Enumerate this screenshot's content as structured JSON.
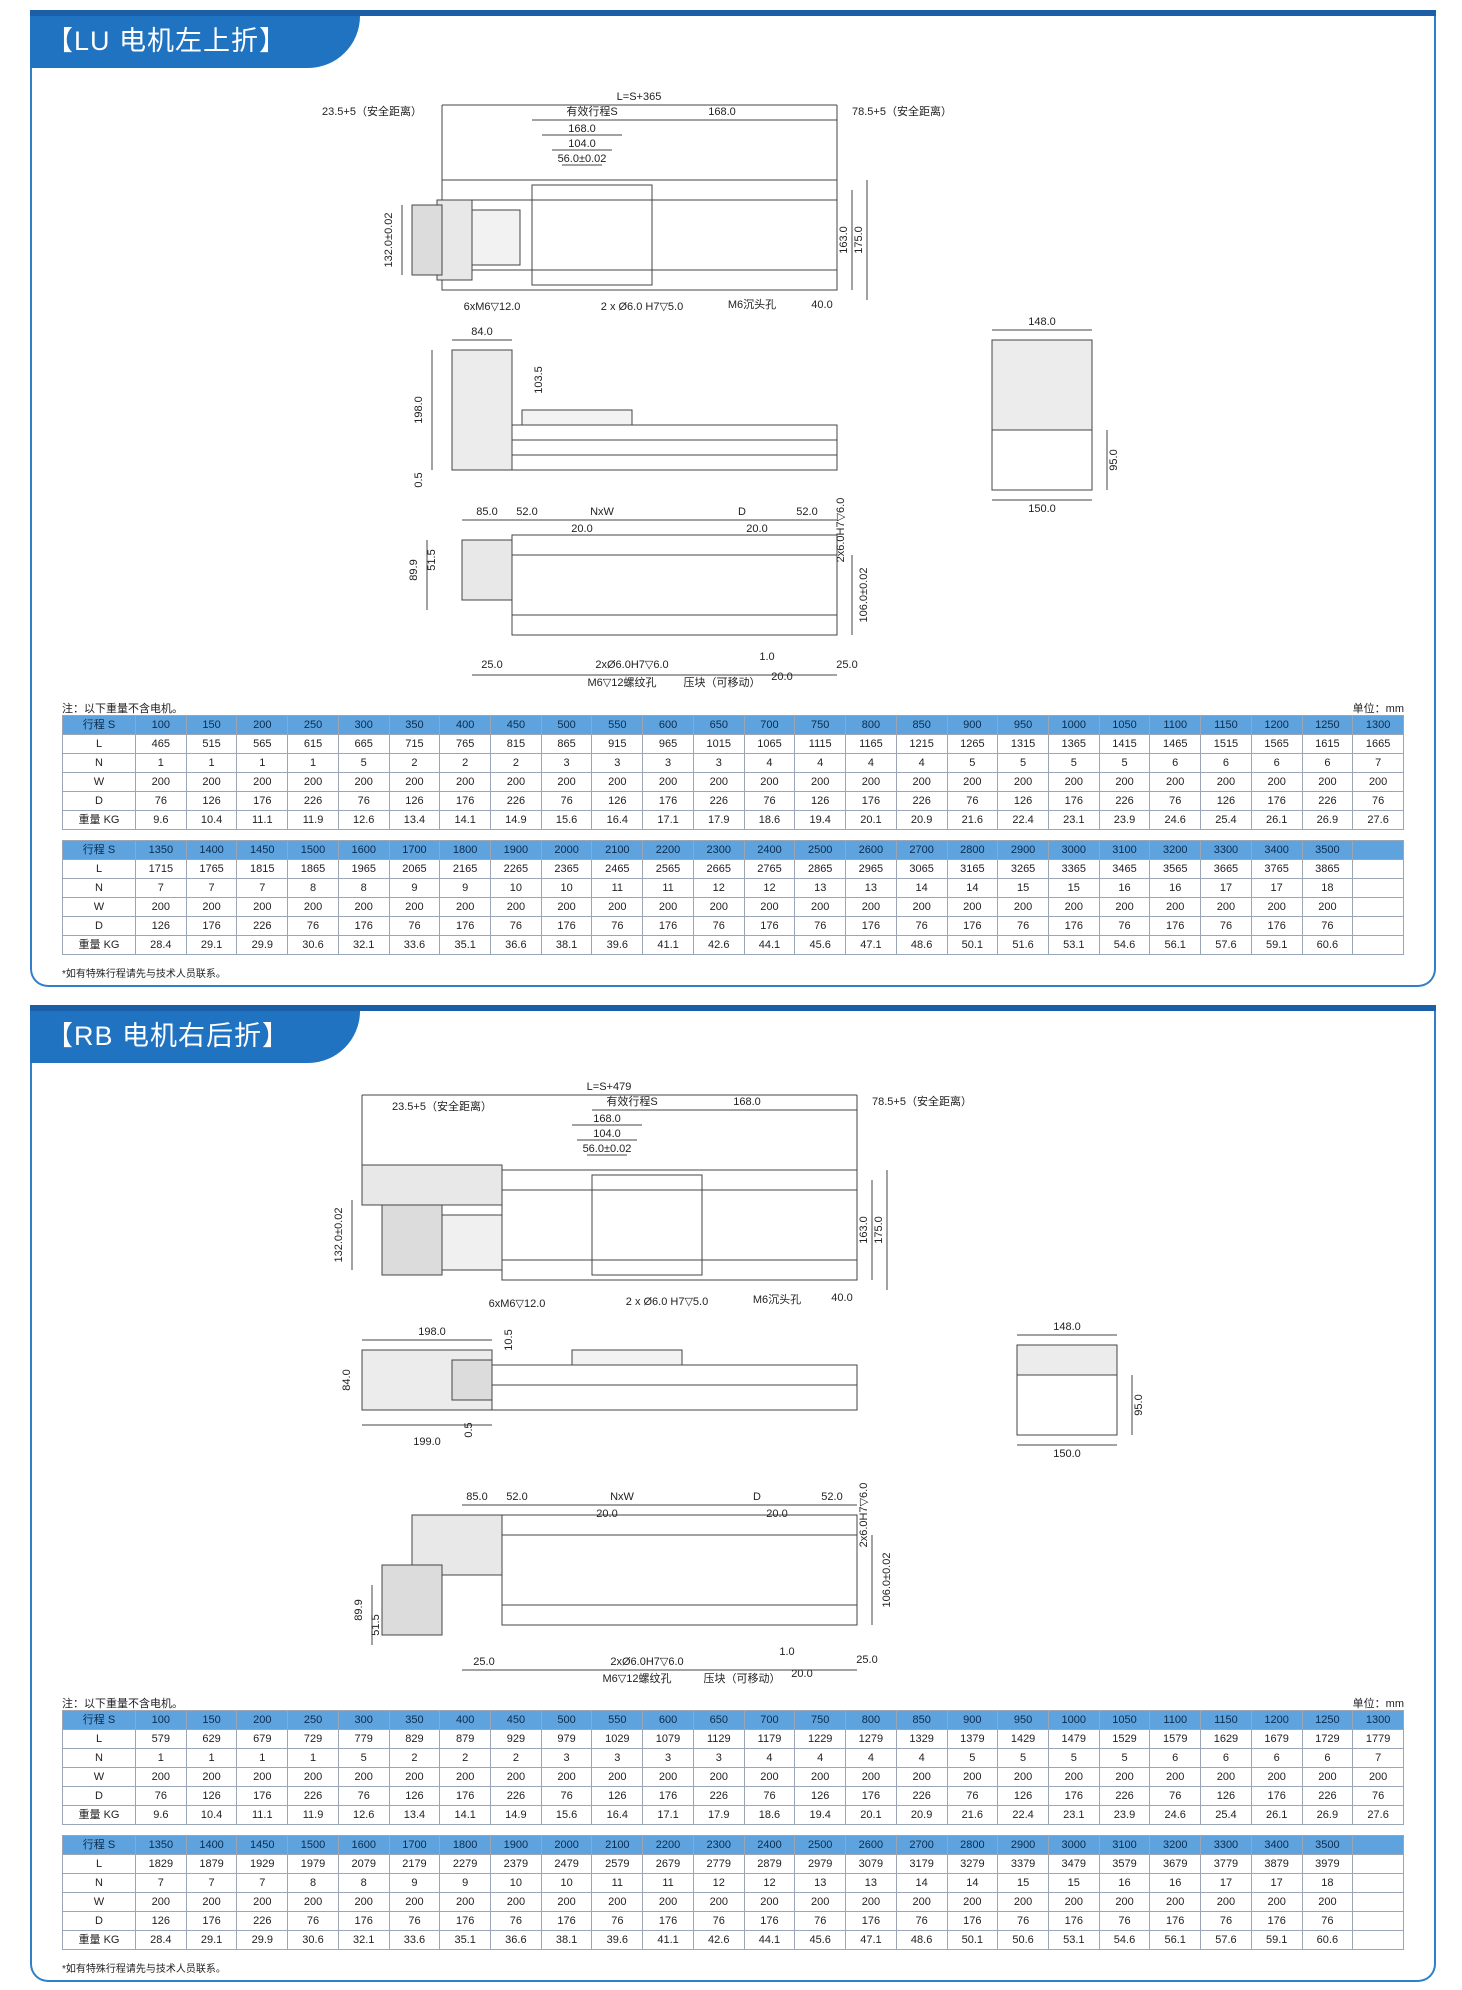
{
  "sections": [
    {
      "title": "【LU 电机左上折】",
      "drawing": {
        "total_length": "L=S+365",
        "stroke": "有效行程S",
        "dim_168": "168.0",
        "dim_168b": "168.0",
        "dim_104": "104.0",
        "dim_56": "56.0±0.02",
        "safe_left": "23.5+5（安全距离）",
        "safe_right": "78.5+5（安全距离）",
        "dim_132": "132.0±0.02",
        "dim_163": "163.0",
        "dim_175": "175.0",
        "hole_m6": "6xM6▽12.0",
        "hole_pin": "2 x Ø6.0 H7▽5.0",
        "hole_sink": "M6沉头孔",
        "dim_40": "40.0",
        "dim_84": "84.0",
        "dim_103": "103.5",
        "dim_198": "198.0",
        "dim_05": "0.5",
        "dim_148": "148.0",
        "dim_95": "95.0",
        "dim_150": "150.0",
        "dim_85": "85.0",
        "dim_52a": "52.0",
        "dim_nxw": "NxW",
        "dim_d": "D",
        "dim_52b": "52.0",
        "dim_20a": "20.0",
        "dim_20b": "20.0",
        "dim_pinhole": "2x6.0H7▽6.0",
        "dim_899": "89.9",
        "dim_515": "51.5",
        "dim_106": "106.0±0.02",
        "dim_25a": "25.0",
        "dim_1": "1.0",
        "dim_25b": "25.0",
        "dim_20c": "20.0",
        "pin2": "2xØ6.0H7▽6.0",
        "m6_12": "M6▽12螺纹孔",
        "block": "压块（可移动）"
      },
      "note": "注：以下重量不含电机。",
      "unit": "单位：mm",
      "footnote": "*如有特殊行程请先与技术人员联系。",
      "labels": [
        "行程 S",
        "L",
        "N",
        "W",
        "D",
        "重量 KG"
      ],
      "table1": {
        "S": [
          "100",
          "150",
          "200",
          "250",
          "300",
          "350",
          "400",
          "450",
          "500",
          "550",
          "600",
          "650",
          "700",
          "750",
          "800",
          "850",
          "900",
          "950",
          "1000",
          "1050",
          "1100",
          "1150",
          "1200",
          "1250",
          "1300"
        ],
        "L": [
          "465",
          "515",
          "565",
          "615",
          "665",
          "715",
          "765",
          "815",
          "865",
          "915",
          "965",
          "1015",
          "1065",
          "1115",
          "1165",
          "1215",
          "1265",
          "1315",
          "1365",
          "1415",
          "1465",
          "1515",
          "1565",
          "1615",
          "1665"
        ],
        "N": [
          "1",
          "1",
          "1",
          "1",
          "5",
          "2",
          "2",
          "2",
          "3",
          "3",
          "3",
          "3",
          "4",
          "4",
          "4",
          "4",
          "5",
          "5",
          "5",
          "5",
          "6",
          "6",
          "6",
          "6",
          "7"
        ],
        "W": [
          "200",
          "200",
          "200",
          "200",
          "200",
          "200",
          "200",
          "200",
          "200",
          "200",
          "200",
          "200",
          "200",
          "200",
          "200",
          "200",
          "200",
          "200",
          "200",
          "200",
          "200",
          "200",
          "200",
          "200",
          "200"
        ],
        "D": [
          "76",
          "126",
          "176",
          "226",
          "76",
          "126",
          "176",
          "226",
          "76",
          "126",
          "176",
          "226",
          "76",
          "126",
          "176",
          "226",
          "76",
          "126",
          "176",
          "226",
          "76",
          "126",
          "176",
          "226",
          "76"
        ],
        "KG": [
          "9.6",
          "10.4",
          "11.1",
          "11.9",
          "12.6",
          "13.4",
          "14.1",
          "14.9",
          "15.6",
          "16.4",
          "17.1",
          "17.9",
          "18.6",
          "19.4",
          "20.1",
          "20.9",
          "21.6",
          "22.4",
          "23.1",
          "23.9",
          "24.6",
          "25.4",
          "26.1",
          "26.9",
          "27.6"
        ]
      },
      "table2": {
        "S": [
          "1350",
          "1400",
          "1450",
          "1500",
          "1600",
          "1700",
          "1800",
          "1900",
          "2000",
          "2100",
          "2200",
          "2300",
          "2400",
          "2500",
          "2600",
          "2700",
          "2800",
          "2900",
          "3000",
          "3100",
          "3200",
          "3300",
          "3400",
          "3500",
          ""
        ],
        "L": [
          "1715",
          "1765",
          "1815",
          "1865",
          "1965",
          "2065",
          "2165",
          "2265",
          "2365",
          "2465",
          "2565",
          "2665",
          "2765",
          "2865",
          "2965",
          "3065",
          "3165",
          "3265",
          "3365",
          "3465",
          "3565",
          "3665",
          "3765",
          "3865",
          ""
        ],
        "N": [
          "7",
          "7",
          "7",
          "8",
          "8",
          "9",
          "9",
          "10",
          "10",
          "11",
          "11",
          "12",
          "12",
          "13",
          "13",
          "14",
          "14",
          "15",
          "15",
          "16",
          "16",
          "17",
          "17",
          "18",
          ""
        ],
        "W": [
          "200",
          "200",
          "200",
          "200",
          "200",
          "200",
          "200",
          "200",
          "200",
          "200",
          "200",
          "200",
          "200",
          "200",
          "200",
          "200",
          "200",
          "200",
          "200",
          "200",
          "200",
          "200",
          "200",
          "200",
          ""
        ],
        "D": [
          "126",
          "176",
          "226",
          "76",
          "176",
          "76",
          "176",
          "76",
          "176",
          "76",
          "176",
          "76",
          "176",
          "76",
          "176",
          "76",
          "176",
          "76",
          "176",
          "76",
          "176",
          "76",
          "176",
          "76",
          ""
        ],
        "KG": [
          "28.4",
          "29.1",
          "29.9",
          "30.6",
          "32.1",
          "33.6",
          "35.1",
          "36.6",
          "38.1",
          "39.6",
          "41.1",
          "42.6",
          "44.1",
          "45.6",
          "47.1",
          "48.6",
          "50.1",
          "51.6",
          "53.1",
          "54.6",
          "56.1",
          "57.6",
          "59.1",
          "60.6",
          ""
        ]
      }
    },
    {
      "title": "【RB 电机右后折】",
      "drawing": {
        "total_length": "L=S+479",
        "stroke": "有效行程S",
        "dim_168": "168.0",
        "dim_168b": "168.0",
        "dim_104": "104.0",
        "dim_56": "56.0±0.02",
        "safe_left": "23.5+5（安全距离）",
        "safe_right": "78.5+5（安全距离）",
        "dim_132": "132.0±0.02",
        "dim_163": "163.0",
        "dim_175": "175.0",
        "hole_m6": "6xM6▽12.0",
        "hole_pin": "2 x Ø6.0 H7▽5.0",
        "hole_sink": "M6沉头孔",
        "dim_40": "40.0",
        "dim_198": "198.0",
        "dim_105": "10.5",
        "dim_84": "84.0",
        "dim_05": "0.5",
        "dim_199": "199.0",
        "dim_148": "148.0",
        "dim_95": "95.0",
        "dim_150": "150.0",
        "dim_85": "85.0",
        "dim_52a": "52.0",
        "dim_nxw": "NxW",
        "dim_d": "D",
        "dim_52b": "52.0",
        "dim_20a": "20.0",
        "dim_20b": "20.0",
        "dim_pinhole": "2x6.0H7▽6.0",
        "dim_899": "89.9",
        "dim_515": "51.5",
        "dim_106": "106.0±0.02",
        "dim_25a": "25.0",
        "dim_1": "1.0",
        "dim_25b": "25.0",
        "dim_20c": "20.0",
        "pin2": "2xØ6.0H7▽6.0",
        "m6_12": "M6▽12螺纹孔",
        "block": "压块（可移动）"
      },
      "note": "注：以下重量不含电机。",
      "unit": "单位：mm",
      "footnote": "*如有特殊行程请先与技术人员联系。",
      "labels": [
        "行程 S",
        "L",
        "N",
        "W",
        "D",
        "重量 KG"
      ],
      "table1": {
        "S": [
          "100",
          "150",
          "200",
          "250",
          "300",
          "350",
          "400",
          "450",
          "500",
          "550",
          "600",
          "650",
          "700",
          "750",
          "800",
          "850",
          "900",
          "950",
          "1000",
          "1050",
          "1100",
          "1150",
          "1200",
          "1250",
          "1300"
        ],
        "L": [
          "579",
          "629",
          "679",
          "729",
          "779",
          "829",
          "879",
          "929",
          "979",
          "1029",
          "1079",
          "1129",
          "1179",
          "1229",
          "1279",
          "1329",
          "1379",
          "1429",
          "1479",
          "1529",
          "1579",
          "1629",
          "1679",
          "1729",
          "1779"
        ],
        "N": [
          "1",
          "1",
          "1",
          "1",
          "5",
          "2",
          "2",
          "2",
          "3",
          "3",
          "3",
          "3",
          "4",
          "4",
          "4",
          "4",
          "5",
          "5",
          "5",
          "5",
          "6",
          "6",
          "6",
          "6",
          "7"
        ],
        "W": [
          "200",
          "200",
          "200",
          "200",
          "200",
          "200",
          "200",
          "200",
          "200",
          "200",
          "200",
          "200",
          "200",
          "200",
          "200",
          "200",
          "200",
          "200",
          "200",
          "200",
          "200",
          "200",
          "200",
          "200",
          "200"
        ],
        "D": [
          "76",
          "126",
          "176",
          "226",
          "76",
          "126",
          "176",
          "226",
          "76",
          "126",
          "176",
          "226",
          "76",
          "126",
          "176",
          "226",
          "76",
          "126",
          "176",
          "226",
          "76",
          "126",
          "176",
          "226",
          "76"
        ],
        "KG": [
          "9.6",
          "10.4",
          "11.1",
          "11.9",
          "12.6",
          "13.4",
          "14.1",
          "14.9",
          "15.6",
          "16.4",
          "17.1",
          "17.9",
          "18.6",
          "19.4",
          "20.1",
          "20.9",
          "21.6",
          "22.4",
          "23.1",
          "23.9",
          "24.6",
          "25.4",
          "26.1",
          "26.9",
          "27.6"
        ]
      },
      "table2": {
        "S": [
          "1350",
          "1400",
          "1450",
          "1500",
          "1600",
          "1700",
          "1800",
          "1900",
          "2000",
          "2100",
          "2200",
          "2300",
          "2400",
          "2500",
          "2600",
          "2700",
          "2800",
          "2900",
          "3000",
          "3100",
          "3200",
          "3300",
          "3400",
          "3500",
          ""
        ],
        "L": [
          "1829",
          "1879",
          "1929",
          "1979",
          "2079",
          "2179",
          "2279",
          "2379",
          "2479",
          "2579",
          "2679",
          "2779",
          "2879",
          "2979",
          "3079",
          "3179",
          "3279",
          "3379",
          "3479",
          "3579",
          "3679",
          "3779",
          "3879",
          "3979",
          ""
        ],
        "N": [
          "7",
          "7",
          "7",
          "8",
          "8",
          "9",
          "9",
          "10",
          "10",
          "11",
          "11",
          "12",
          "12",
          "13",
          "13",
          "14",
          "14",
          "15",
          "15",
          "16",
          "16",
          "17",
          "17",
          "18",
          ""
        ],
        "W": [
          "200",
          "200",
          "200",
          "200",
          "200",
          "200",
          "200",
          "200",
          "200",
          "200",
          "200",
          "200",
          "200",
          "200",
          "200",
          "200",
          "200",
          "200",
          "200",
          "200",
          "200",
          "200",
          "200",
          "200",
          ""
        ],
        "D": [
          "126",
          "176",
          "226",
          "76",
          "176",
          "76",
          "176",
          "76",
          "176",
          "76",
          "176",
          "76",
          "176",
          "76",
          "176",
          "76",
          "176",
          "76",
          "176",
          "76",
          "176",
          "76",
          "176",
          "76",
          ""
        ],
        "KG": [
          "28.4",
          "29.1",
          "29.9",
          "30.6",
          "32.1",
          "33.6",
          "35.1",
          "36.6",
          "38.1",
          "39.6",
          "41.1",
          "42.6",
          "44.1",
          "45.6",
          "47.1",
          "48.6",
          "50.1",
          "50.6",
          "53.1",
          "54.6",
          "56.1",
          "57.6",
          "59.1",
          "60.6",
          ""
        ]
      }
    }
  ]
}
